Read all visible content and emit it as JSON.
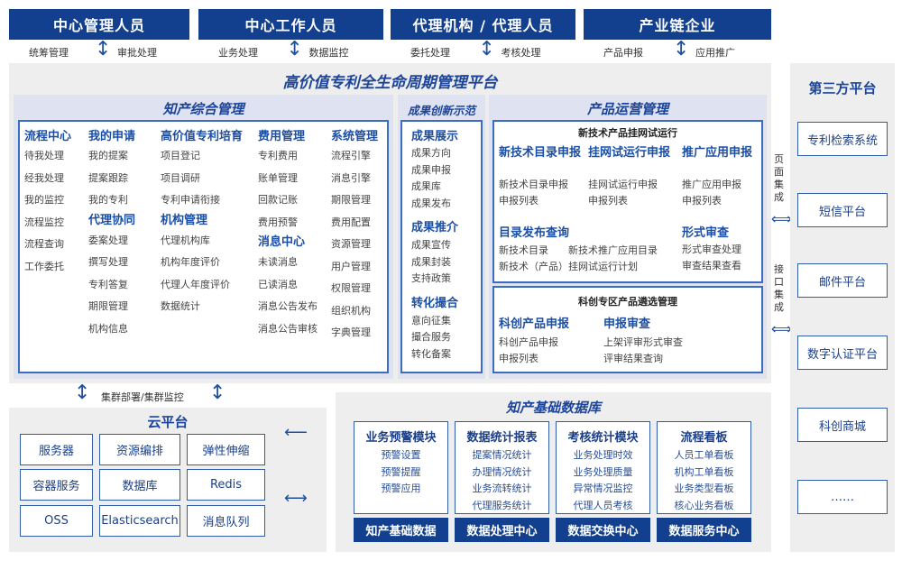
{
  "top_roles": [
    {
      "title": "中心管理人员",
      "left": "统筹管理",
      "right": "审批处理"
    },
    {
      "title": "中心工作人员",
      "left": "业务处理",
      "right": "数据监控"
    },
    {
      "title": "代理机构 / 代理人员",
      "left": "委托处理",
      "right": "考核处理"
    },
    {
      "title": "产业链企业",
      "left": "产品申报",
      "right": "应用推广"
    }
  ],
  "platform_title": "高价值专利全生命周期管理平台",
  "ip_mgmt": {
    "title": "知产综合管理",
    "columns": [
      {
        "groups": [
          {
            "head": "流程中心",
            "items": [
              "待我处理",
              "经我处理",
              "我的监控",
              "流程监控",
              "流程查询",
              "工作委托"
            ]
          }
        ]
      },
      {
        "groups": [
          {
            "head": "我的申请",
            "items": [
              "我的提案",
              "提案跟踪",
              "我的专利"
            ]
          },
          {
            "head": "代理协同",
            "items": [
              "委案处理",
              "撰写处理",
              "专利答复",
              "期限管理",
              "机构信息"
            ]
          }
        ]
      },
      {
        "groups": [
          {
            "head": "高价值专利培育",
            "items": [
              "项目登记",
              "项目调研",
              "专利申请衔接"
            ]
          },
          {
            "head": "机构管理",
            "items": [
              "代理机构库",
              "机构年度评价",
              "代理人年度评价",
              "数据统计"
            ]
          }
        ]
      },
      {
        "groups": [
          {
            "head": "费用管理",
            "items": [
              "专利费用",
              "账单管理",
              "回款记账",
              "费用预警"
            ]
          },
          {
            "head": "消息中心",
            "items": [
              "未读消息",
              "已读消息",
              "消息公告发布",
              "消息公告审核"
            ]
          }
        ]
      },
      {
        "groups": [
          {
            "head": "系统管理",
            "items": [
              "流程引擎",
              "消息引擎",
              "期限管理",
              "费用配置",
              "资源管理",
              "用户管理",
              "权限管理",
              "组织机构",
              "字典管理"
            ]
          }
        ]
      }
    ]
  },
  "achievement": {
    "title": "成果创新示范",
    "groups": [
      {
        "head": "成果展示",
        "items": [
          "成果方向",
          "成果申报",
          "成果库",
          "成果发布"
        ]
      },
      {
        "head": "成果推介",
        "items": [
          "成果宣传",
          "成果封装",
          "支持政策"
        ]
      },
      {
        "head": "转化撮合",
        "items": [
          "意向征集",
          "撮合服务",
          "转化备案"
        ]
      }
    ]
  },
  "product_ops": {
    "title": "产品运营管理",
    "trial": {
      "title": "新技术产品挂网试运行",
      "g1": {
        "head": "新技术目录申报",
        "items": [
          "新技术目录申报",
          "申报列表"
        ]
      },
      "g2": {
        "head": "挂网试运行申报",
        "items": [
          "挂网试运行申报",
          "申报列表"
        ]
      },
      "g3": {
        "head": "推广应用申报",
        "items": [
          "推广应用申报",
          "申报列表"
        ]
      },
      "g4": {
        "head": "目录发布查询",
        "items": [
          "新技术目录",
          "新技术推广应用目录",
          "新技术（产品）挂网试运行计划"
        ]
      },
      "g5": {
        "head": "形式审查",
        "items": [
          "形式审查处理",
          "审查结果查看"
        ]
      }
    },
    "kc": {
      "title": "科创专区产品遴选管理",
      "g1": {
        "head": "科创产品申报",
        "items": [
          "科创产品申报",
          "申报列表"
        ]
      },
      "g2": {
        "head": "申报审查",
        "items": [
          "上架评审形式审查",
          "评审结果查询"
        ]
      }
    }
  },
  "integration": {
    "page": "页面集成",
    "api": "接口集成",
    "cluster": "集群部署/集群监控"
  },
  "third_party": {
    "title": "第三方平台",
    "items": [
      "专利检索系统",
      "短信平台",
      "邮件平台",
      "数字认证平台",
      "科创商城",
      "……"
    ]
  },
  "cloud": {
    "title": "云平台",
    "items": [
      "服务器",
      "资源编排",
      "弹性伸缩",
      "容器服务",
      "数据库",
      "Redis",
      "OSS",
      "Elasticsearch",
      "消息队列"
    ]
  },
  "database": {
    "title": "知产基础数据库",
    "modules": [
      {
        "head": "业务预警模块",
        "items": [
          "预警设置",
          "预警提醒",
          "预警应用"
        ],
        "footer": "知产基础数据"
      },
      {
        "head": "数据统计报表",
        "items": [
          "提案情况统计",
          "办理情况统计",
          "业务流转统计",
          "代理服务统计"
        ],
        "footer": "数据处理中心"
      },
      {
        "head": "考核统计模块",
        "items": [
          "业务处理时效",
          "业务处理质量",
          "异常情况监控",
          "代理人员考核"
        ],
        "footer": "数据交换中心"
      },
      {
        "head": "流程看板",
        "items": [
          "人员工单看板",
          "机构工单看板",
          "业务类型看板",
          "核心业务看板"
        ],
        "footer": "数据服务中心"
      }
    ]
  }
}
